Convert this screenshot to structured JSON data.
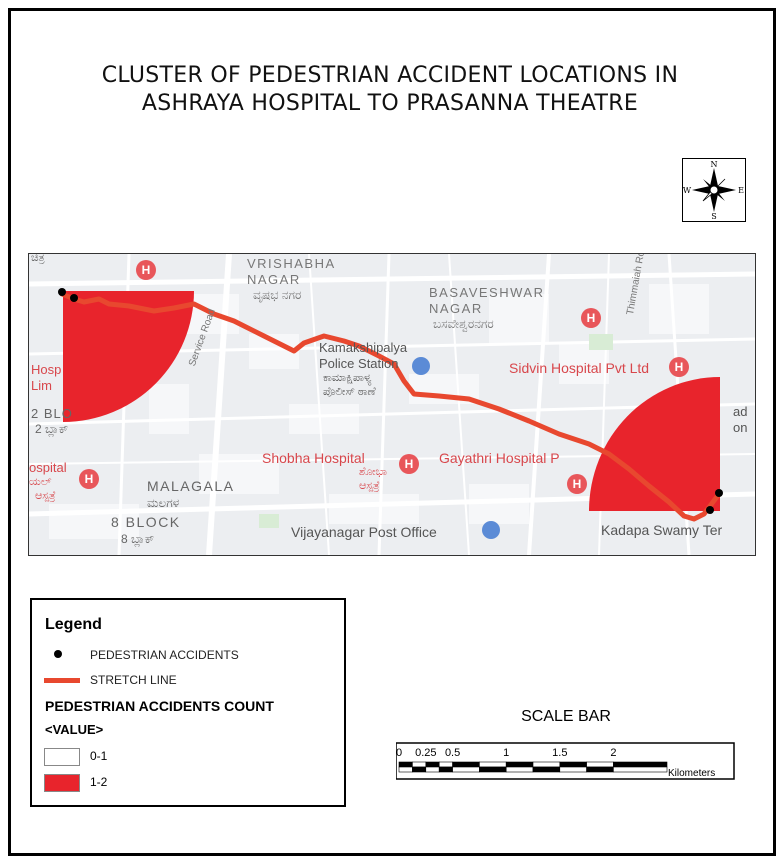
{
  "title": {
    "line1": "CLUSTER OF  PEDESTRIAN ACCIDENT LOCATIONS IN",
    "line2": "ASHRAYA HOSPITAL  TO PRASANNA THEATRE"
  },
  "north_arrow": {
    "icon": "compass-rose-icon",
    "n": "N",
    "s": "S",
    "e": "E",
    "w": "W"
  },
  "map": {
    "colors": {
      "stretch_line": "#e8482f",
      "accident_zone": "#e8242c",
      "accident_point": "#000000",
      "hospital": "#e8565a"
    },
    "labels": {
      "vrishabha": "VRISHABHA",
      "nagar1": "NAGAR",
      "vrishabha_kn": "ವೃಷಭ ನಗರ",
      "basaveshwar": "BASAVESHWAR",
      "nagar2": "NAGAR",
      "basaveshwar_kn": "ಬಸವೇಶ್ವರನಗರ",
      "kamakshipalya": "Kamakshipalya",
      "police_station": "Police Station",
      "kamakshi_kn": "ಕಾಮಾಕ್ಷಿಪಾಳ್ಯ",
      "police_kn": "ಪೊಲೀಸ್ ಠಾಣೆ",
      "sidvin": "Sidvin Hospital Pvt Ltd",
      "shobha": "Shobha Hospital",
      "shobha_kn": "ಶೋಭಾ",
      "shobha_kn2": "ಆಸ್ಪತ್ರೆ",
      "gayathri": "Gayathri Hospital P",
      "malagala": "MALAGALA",
      "malagala_kn": "ಮಲಗಳ",
      "block8": "8 BLOCK",
      "block8_kn": "8 ಬ್ಲಾಕ್",
      "block2": "2 BLO",
      "block2_kn": "2 ಬ್ಲಾಕ್",
      "hosp_left": "Hosp",
      "hosp_left2": "Lim",
      "hospital_left": "ospital",
      "hospital_left_kn": "ಯಲ್",
      "hospital_left_kn2": "ಆಸ್ಪತ್ರೆ",
      "vijayanagar": "Vijayanagar Post Office",
      "kadapa": "Kadapa Swamy Ter",
      "service_road": "Service Road",
      "thimmaiah": "Thimmaiah Ro",
      "right_ad": "ad",
      "right_on": "on",
      "top_left": "ಚಿತ್ರ"
    }
  },
  "legend": {
    "title": "Legend",
    "point_label": "PEDESTRIAN ACCIDENTS",
    "line_label": "STRETCH LINE",
    "count_title": "PEDESTRIAN ACCIDENTS COUNT",
    "value_label": "<VALUE>",
    "class1_label": "0-1",
    "class2_label": "1-2",
    "class1_color": "#ffffff",
    "class2_color": "#e8242c"
  },
  "scale_bar": {
    "title": "SCALE BAR",
    "ticks": [
      "0",
      "0.25",
      "0.5",
      "1",
      "1.5",
      "2"
    ],
    "tick_values": [
      0,
      0.25,
      0.5,
      1,
      1.5,
      2
    ],
    "max_value": 2.5,
    "unit": "Kilometers"
  }
}
